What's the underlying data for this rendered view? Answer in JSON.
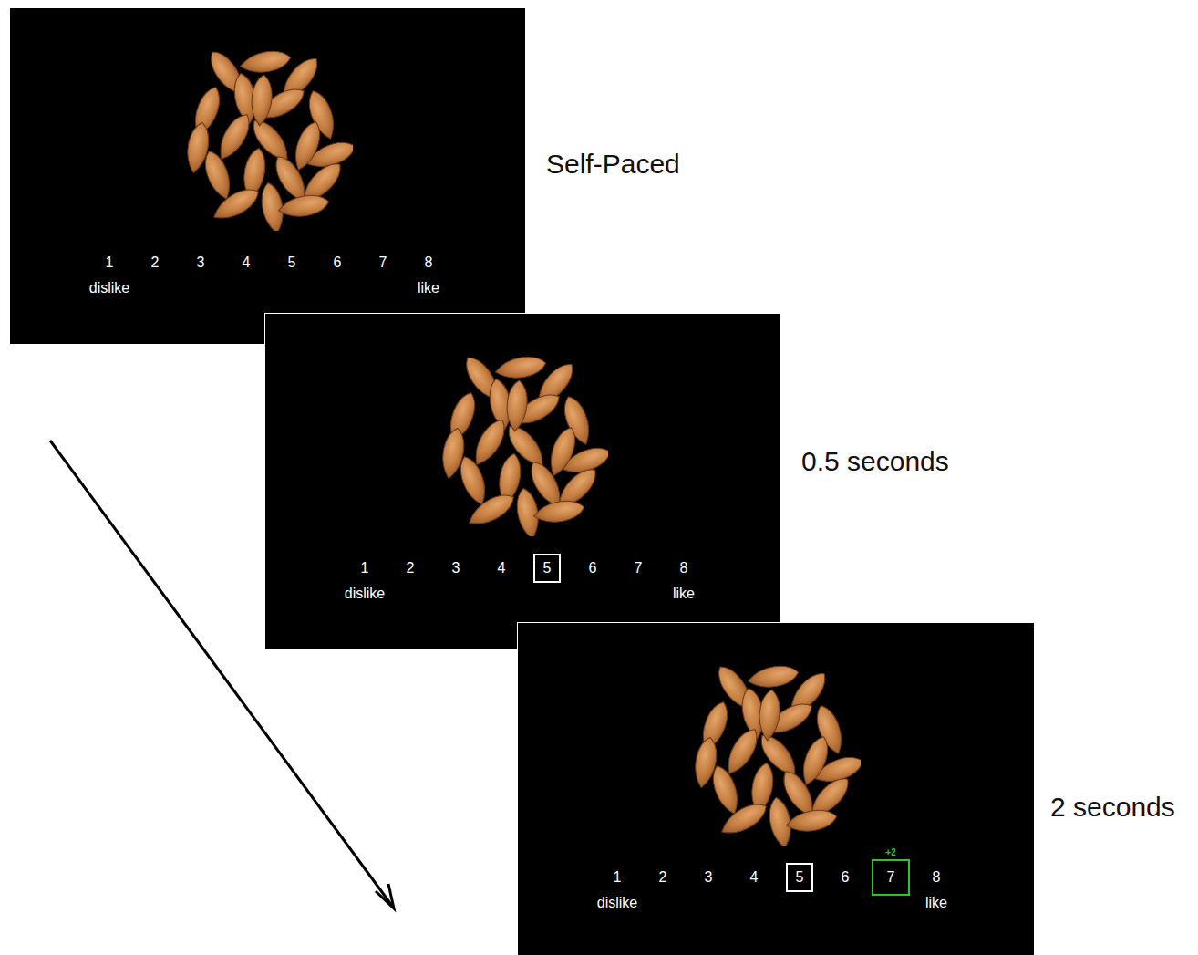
{
  "diagram": {
    "nodes": [
      {
        "text": [
          "1",
          "2",
          "3",
          "4",
          "5",
          "6",
          "7",
          "8",
          "dislike",
          "like"
        ]
      },
      {
        "text": [
          "1",
          "2",
          "3",
          "4",
          "6",
          "7",
          "8",
          "dislike",
          "like"
        ]
      },
      {
        "text": [
          "5"
        ],
        "in": 1
      },
      {
        "text": [
          "1",
          "2",
          "3",
          "4",
          "6",
          "8",
          "dislike",
          "like"
        ]
      },
      {
        "text": [
          "5"
        ],
        "in": 3
      },
      {
        "text": [
          "+2",
          "7"
        ],
        "in": 3
      }
    ],
    "labels": [
      "Self-Paced",
      "0.5 seconds",
      "2 seconds"
    ]
  }
}
